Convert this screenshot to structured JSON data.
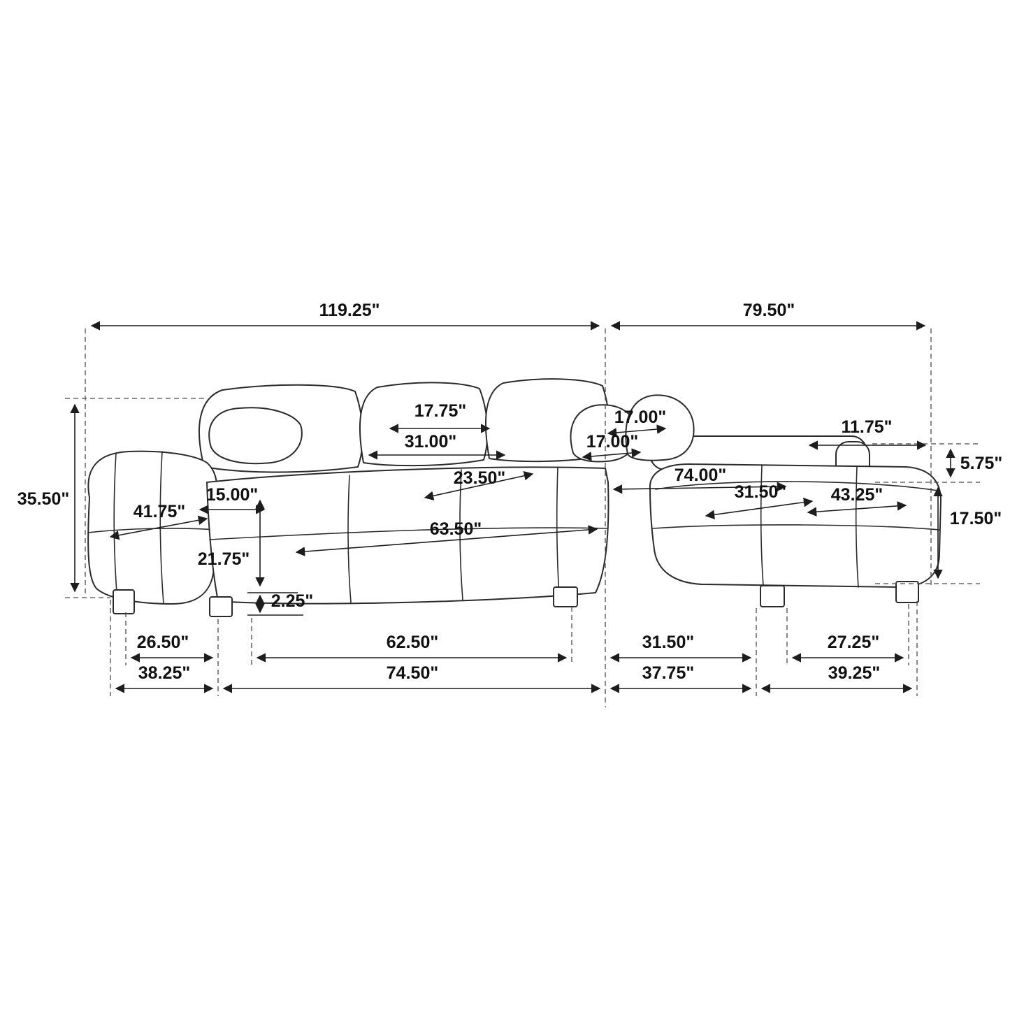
{
  "diagram": {
    "type": "furniture-dimension-diagram",
    "subject": "sectional sofa with chaise",
    "unit": "inches",
    "line_color": "#2b2b2b",
    "background_color": "#ffffff"
  },
  "dimensions": {
    "overall_left": "119.25\"",
    "overall_right": "79.50\"",
    "back_cushion_width": "17.75\"",
    "inner_back_width": "31.00\"",
    "pillow_right": "17.00\"",
    "pillow_left": "17.00\"",
    "right_arm_top": "11.75\"",
    "arm_above_seat": "5.75\"",
    "overall_height": "35.50\"",
    "left_depth": "41.75\"",
    "arm_width": "15.00\"",
    "seat_depth": "23.50\"",
    "right_length": "74.00\"",
    "right_seat_width": "31.50\"",
    "chaise_length": "43.25\"",
    "seat_height_right": "17.50\"",
    "arm_height": "21.75\"",
    "seat_width": "63.50\"",
    "leg_height": "2.25\"",
    "leg_span_left": "26.50\"",
    "leg_span_center": "62.50\"",
    "leg_span_right": "31.50\"",
    "leg_span_chaise": "27.25\"",
    "base_left": "38.25\"",
    "base_center": "74.50\"",
    "base_right": "37.75\"",
    "base_chaise": "39.25\""
  }
}
